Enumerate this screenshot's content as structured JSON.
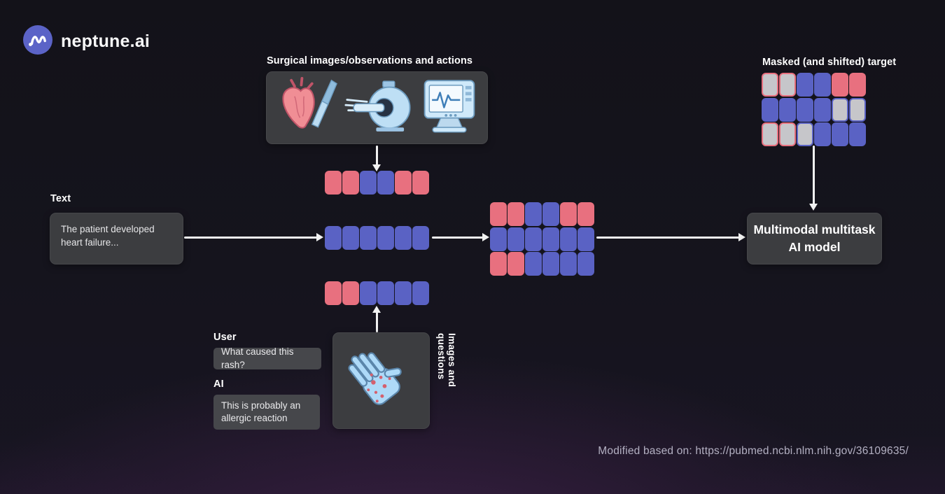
{
  "brand": {
    "name": "neptune.ai"
  },
  "colors": {
    "token_pink": "#e8707f",
    "token_blue": "#5a62c4",
    "token_masked_gray": "#c6c6ca",
    "panel_bg": "#3c3d40",
    "logo_accent": "#5b63c7",
    "arrow": "#f2f2f2",
    "background": "#15141d",
    "citation_text": "#b4b1c3"
  },
  "nodes": {
    "surgical": {
      "label": "Surgical images/observations and actions"
    },
    "text_modality": {
      "label": "Text",
      "content": "The patient developed heart failure..."
    },
    "chat": {
      "user_label": "User",
      "user_message": "What caused this rash?",
      "ai_label": "AI",
      "ai_message": "This is probably an allergic reaction"
    },
    "images_questions": {
      "label": "Images and questions"
    },
    "masked_target": {
      "label": "Masked (and shifted) target"
    },
    "model": {
      "line1": "Multimodal multitask",
      "line2": "AI model"
    }
  },
  "tokens": {
    "surgical_row": [
      "pink",
      "pink",
      "blue",
      "blue",
      "pink",
      "pink"
    ],
    "text_row": [
      "blue",
      "blue",
      "blue",
      "blue",
      "blue",
      "blue"
    ],
    "images_row": [
      "pink",
      "pink",
      "blue",
      "blue",
      "blue",
      "blue"
    ],
    "combined_grid": [
      [
        "pink",
        "pink",
        "blue",
        "blue",
        "pink",
        "pink"
      ],
      [
        "blue",
        "blue",
        "blue",
        "blue",
        "blue",
        "blue"
      ],
      [
        "pink",
        "pink",
        "blue",
        "blue",
        "blue",
        "blue"
      ]
    ],
    "masked_grid": [
      [
        "gray-pink",
        "gray-pink",
        "blue",
        "blue",
        "pink",
        "pink"
      ],
      [
        "blue",
        "blue",
        "blue",
        "blue",
        "gray-blue",
        "gray-blue"
      ],
      [
        "gray-pink",
        "gray-pink",
        "gray-blue",
        "blue",
        "blue",
        "blue"
      ]
    ]
  },
  "icons": {
    "logo": "neptune-wave",
    "surgical_panel": [
      "heart-and-scalpel",
      "mri-scanner",
      "vitals-monitor"
    ],
    "images_panel": "hand-with-rash"
  },
  "footer": {
    "citation": "Modified based on: https://pubmed.ncbi.nlm.nih.gov/36109635/"
  }
}
